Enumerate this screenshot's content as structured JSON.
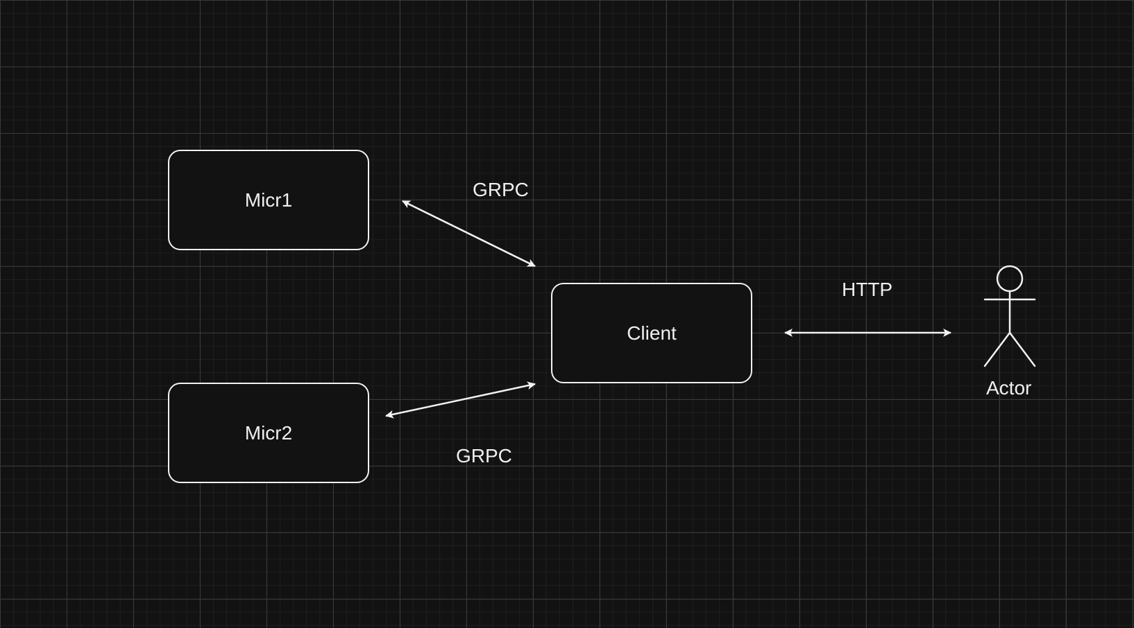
{
  "diagram": {
    "nodes": {
      "micr1": "Micr1",
      "micr2": "Micr2",
      "client": "Client",
      "actor": "Actor"
    },
    "edges": {
      "micr1_client": "GRPC",
      "micr2_client": "GRPC",
      "client_actor": "HTTP"
    }
  },
  "colors": {
    "background": "#121212",
    "stroke": "#f2f2f2",
    "text": "#f0f0f0"
  }
}
